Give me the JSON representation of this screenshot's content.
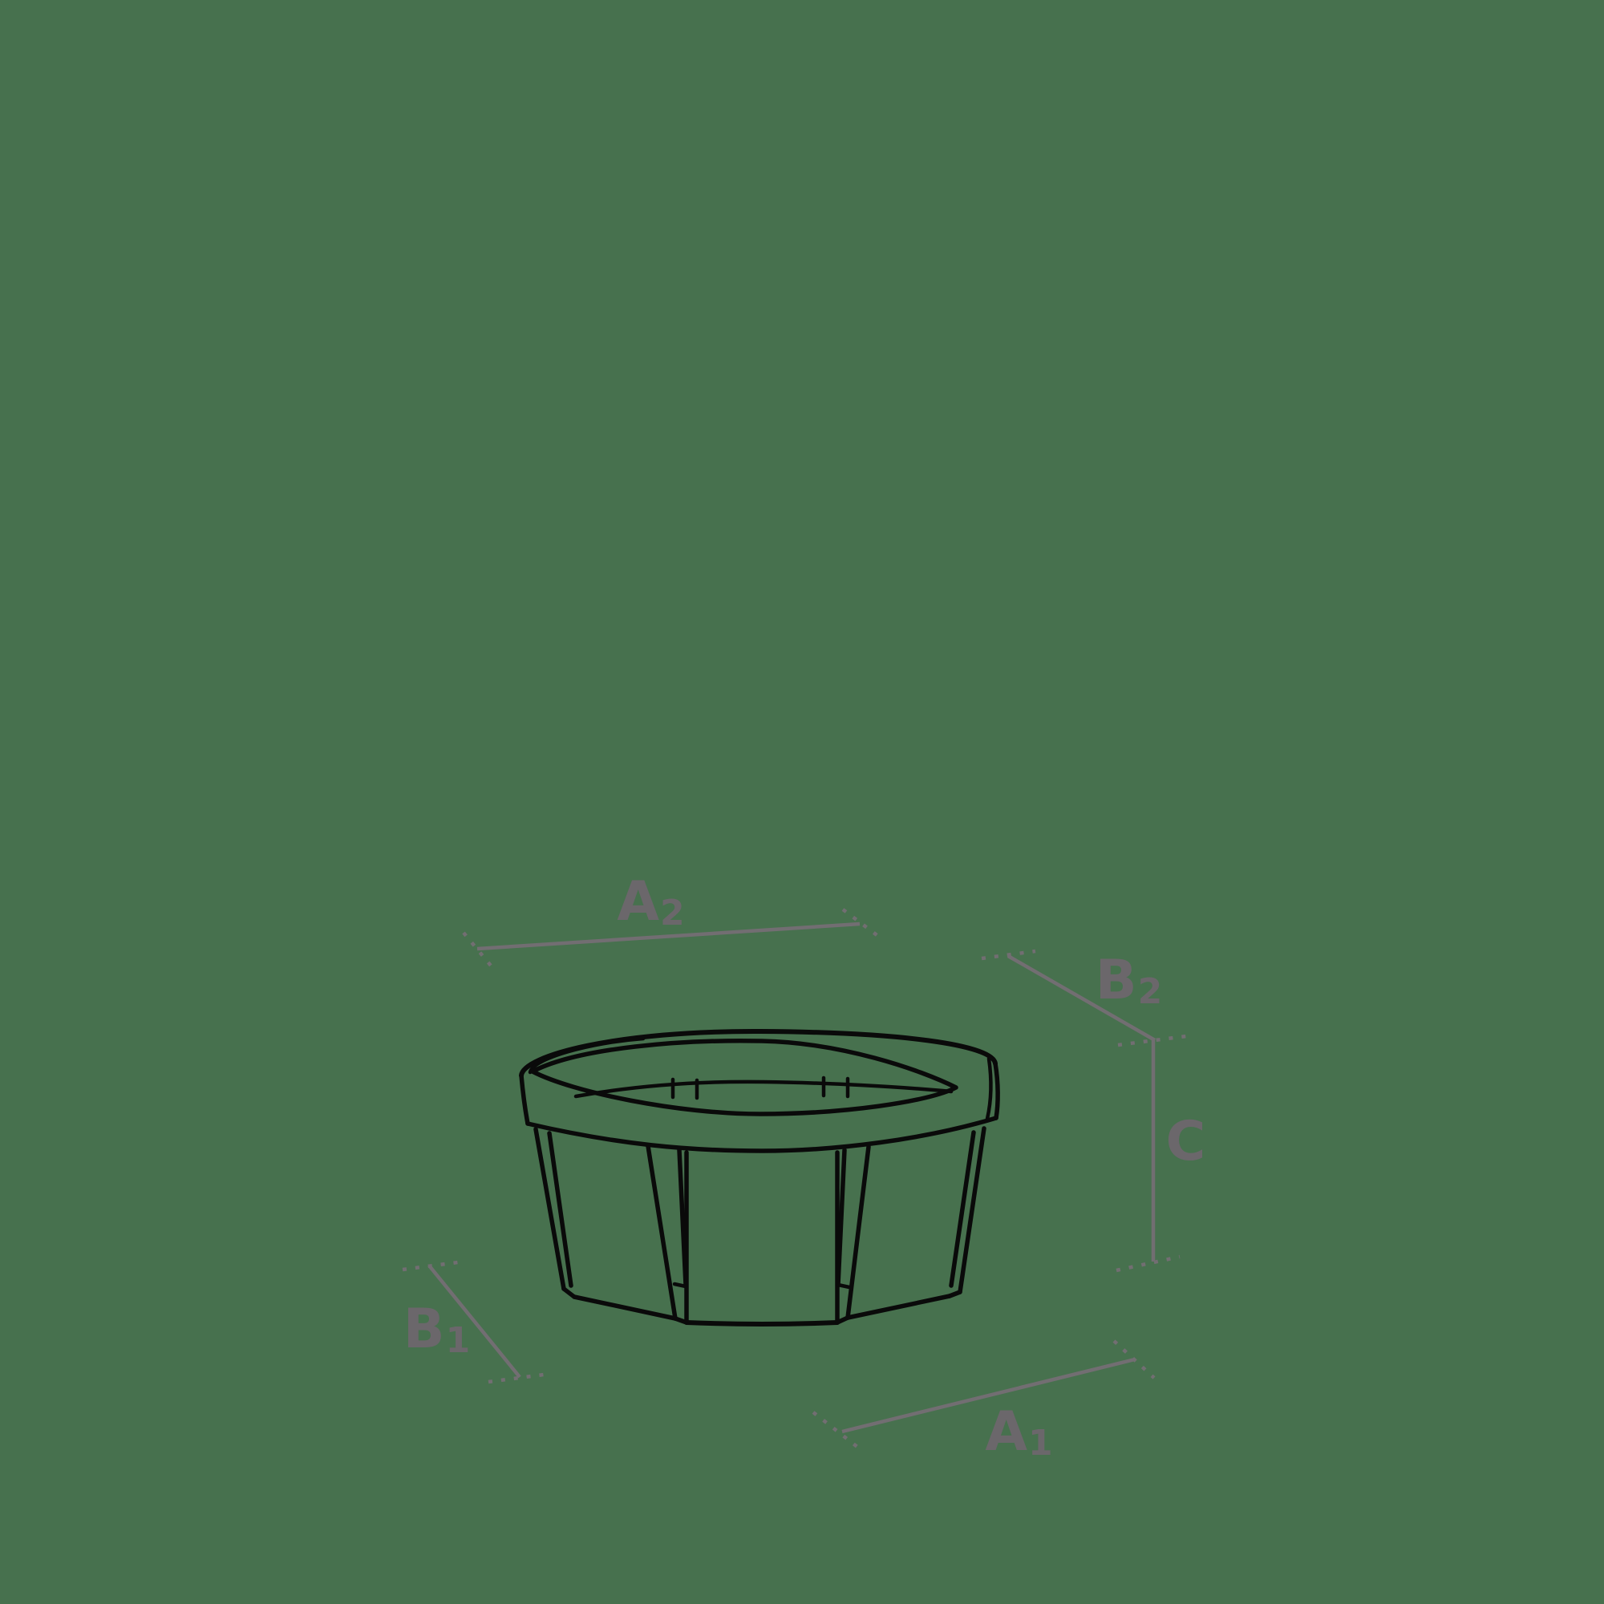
{
  "colors": {
    "bg": "#47714E",
    "outline": "#0A0A0A",
    "dim": "#726E72",
    "label": "#6B676B"
  },
  "dimension_labels": {
    "a2": {
      "letter": "A",
      "subscript": "2"
    },
    "b2": {
      "letter": "B",
      "subscript": "2"
    },
    "c": {
      "letter": "C",
      "subscript": ""
    },
    "b1": {
      "letter": "B",
      "subscript": "1"
    },
    "a1": {
      "letter": "A",
      "subscript": "1"
    }
  }
}
